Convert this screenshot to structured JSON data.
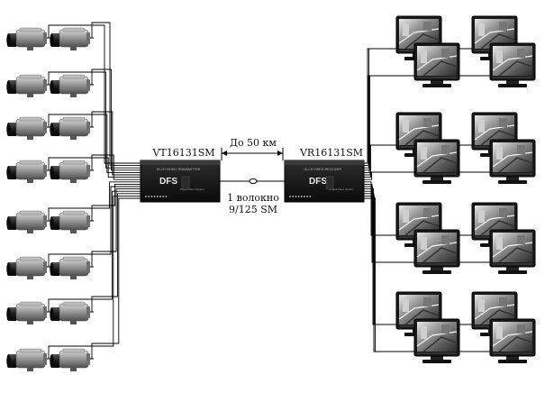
{
  "transmitter": {
    "model": "VT16131SM",
    "brand": "DFS",
    "brand_sub": "Digital Fiber System",
    "front_text": "16-CH VIDEO TRANSMITTER"
  },
  "receiver": {
    "model": "VR16131SM",
    "brand": "DFS",
    "brand_sub": "Digital Fiber System",
    "front_text": "16-CH VIDEO RECEIVER"
  },
  "link": {
    "distance": "До 50 км",
    "fiber_line1": "1 волокно",
    "fiber_line2": "9/125 SM"
  },
  "cameras": {
    "count": 16
  },
  "monitors": {
    "count": 16
  },
  "colors": {
    "device_body": "#141414",
    "camera_body": "#8c8c8c",
    "monitor_frame": "#1a1a1a",
    "wire": "#000000"
  }
}
